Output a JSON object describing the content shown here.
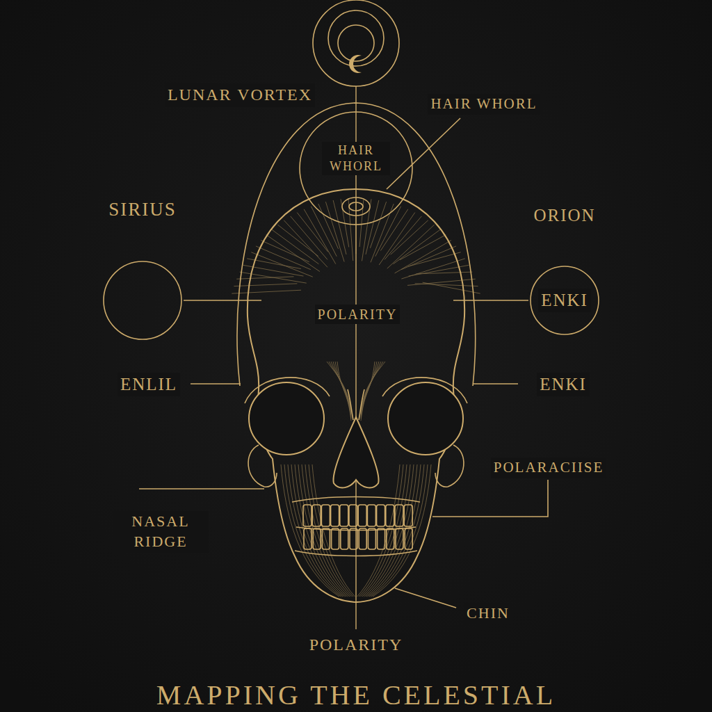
{
  "diagram": {
    "title": "MAPPING THE CELESTIAL",
    "nodes": [
      {
        "text": [
          "HAIR WHORL"
        ]
      },
      {
        "text": [
          "SIRIUS"
        ]
      },
      {
        "text": [
          "ORION",
          "ENKI"
        ]
      }
    ],
    "labels": [
      "LUNAR VORTEX",
      "HAIR WHORL",
      "POLARITY",
      "ENLIL",
      "ENKI",
      "POLARACIISE",
      "NASAL RIDGE",
      "CHIN",
      "POLARITY"
    ]
  }
}
